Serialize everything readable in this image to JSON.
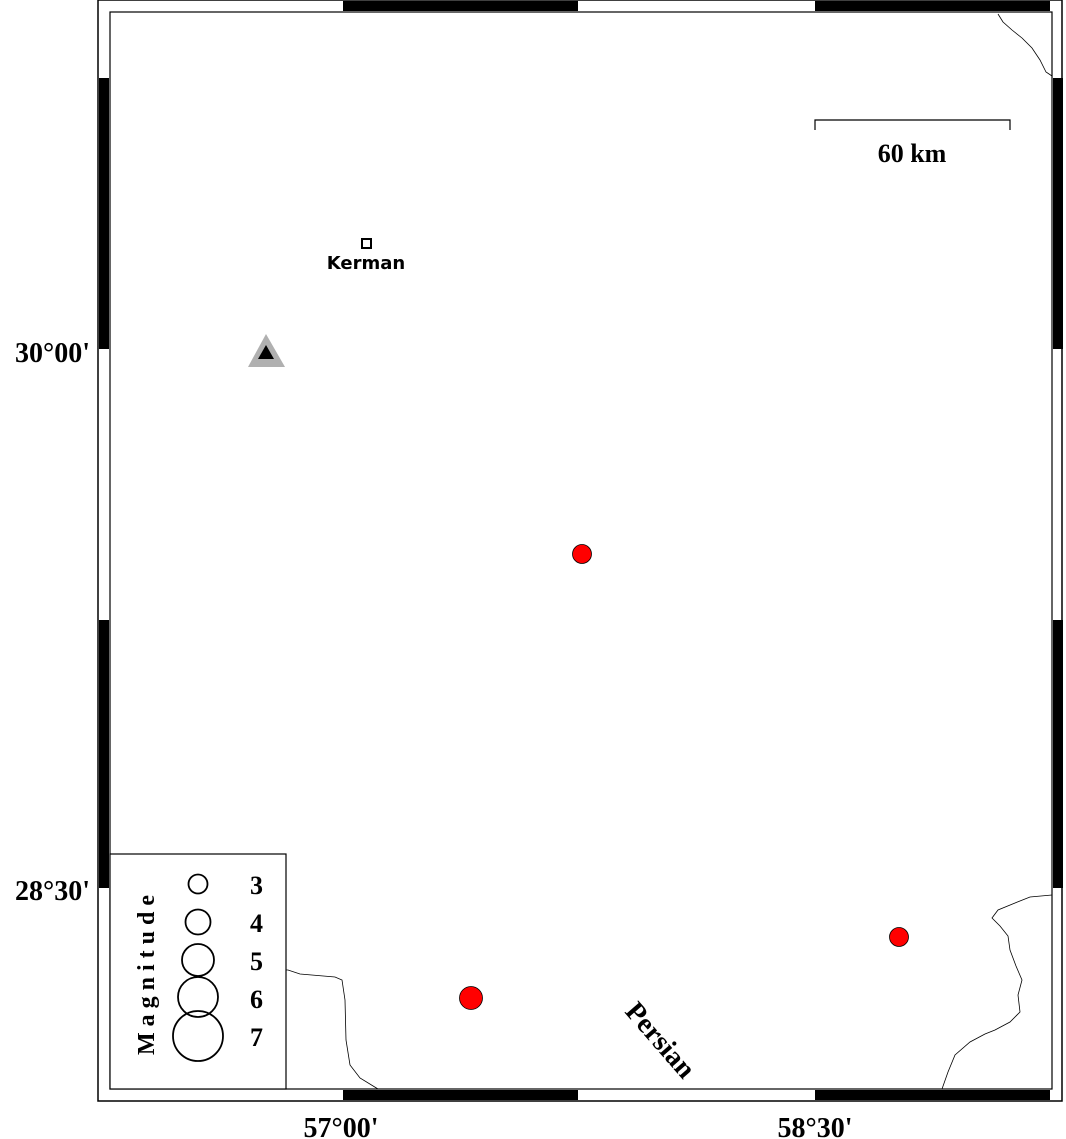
{
  "map": {
    "longitude_labels": [
      "57°00'",
      "58°30'"
    ],
    "latitude_labels": [
      "30°00'",
      "28°30'"
    ],
    "scale_bar": {
      "label": "60 km"
    },
    "city": {
      "name": "Kerman",
      "marker": "open-square"
    },
    "station": {
      "marker": "triangle",
      "fill_color": "#000000",
      "halo_color": "#b0b0b0"
    },
    "water_label": "Persian",
    "event_color": "#ff0000",
    "events_count": 3,
    "legend": {
      "title": "Magnitude",
      "entries": [
        "3",
        "4",
        "5",
        "6",
        "7"
      ]
    }
  }
}
